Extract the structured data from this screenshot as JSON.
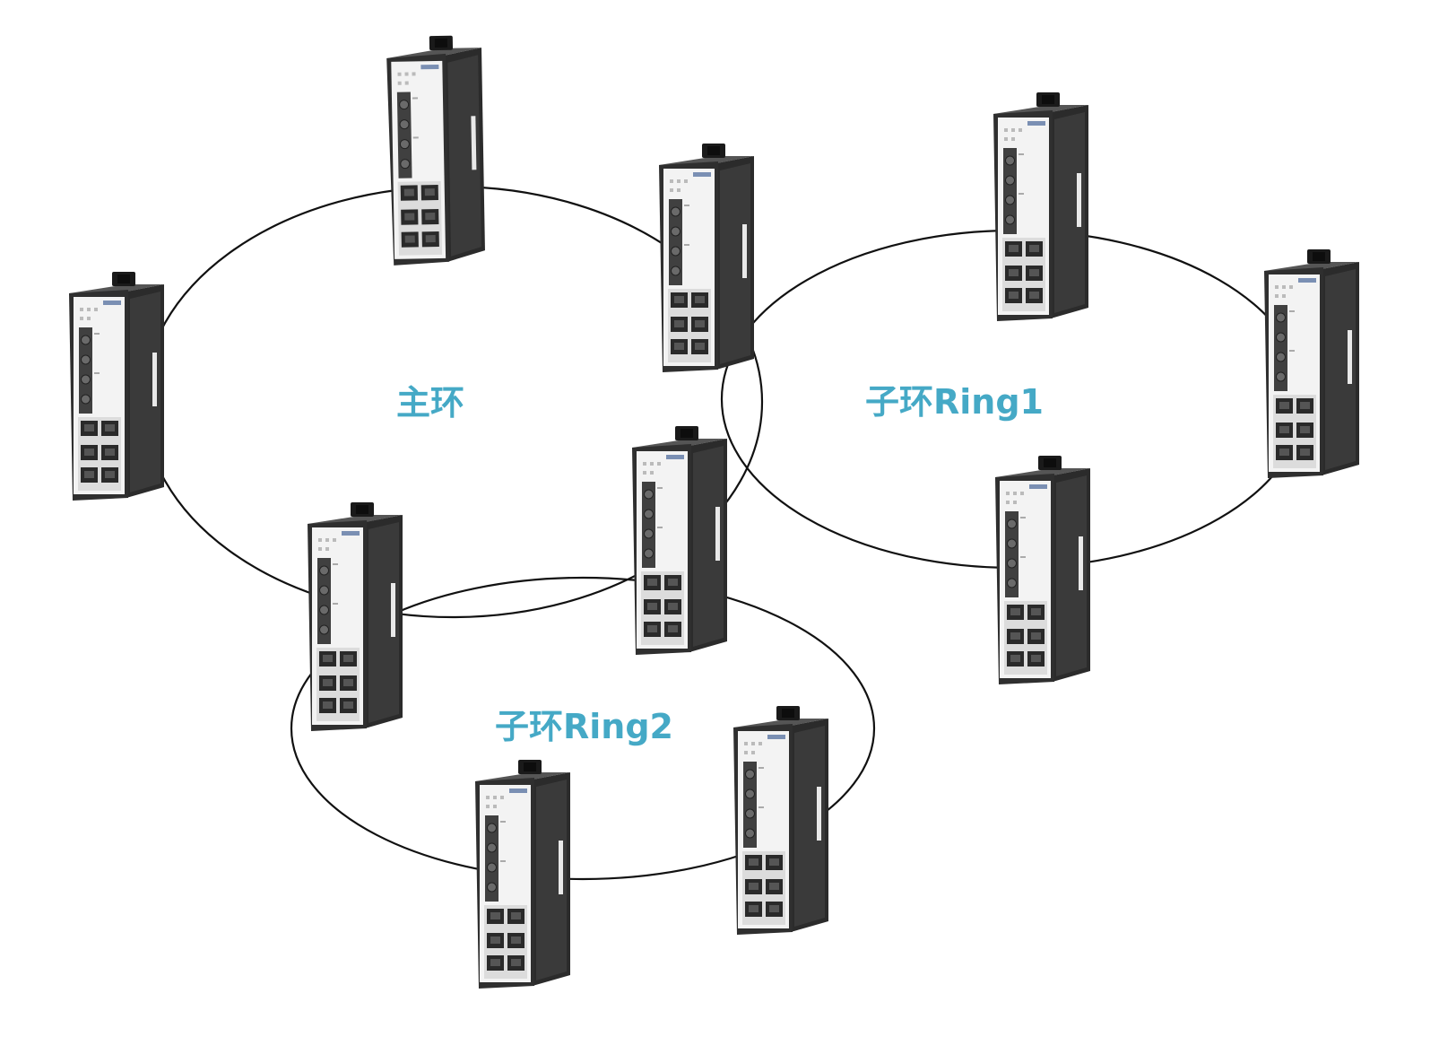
{
  "labels": {
    "main_ring": "主环",
    "sub_ring_1": "子环Ring1",
    "sub_ring_2": "子环Ring2"
  },
  "colors": {
    "label": "#45a9c6",
    "ring_line": "#111111",
    "switch_body": "#2a2a2a",
    "switch_panel": "#f4f4f4"
  },
  "device": {
    "type": "industrial-ethernet-switch",
    "fiber_ports": 4,
    "rj45_ports": 6
  }
}
